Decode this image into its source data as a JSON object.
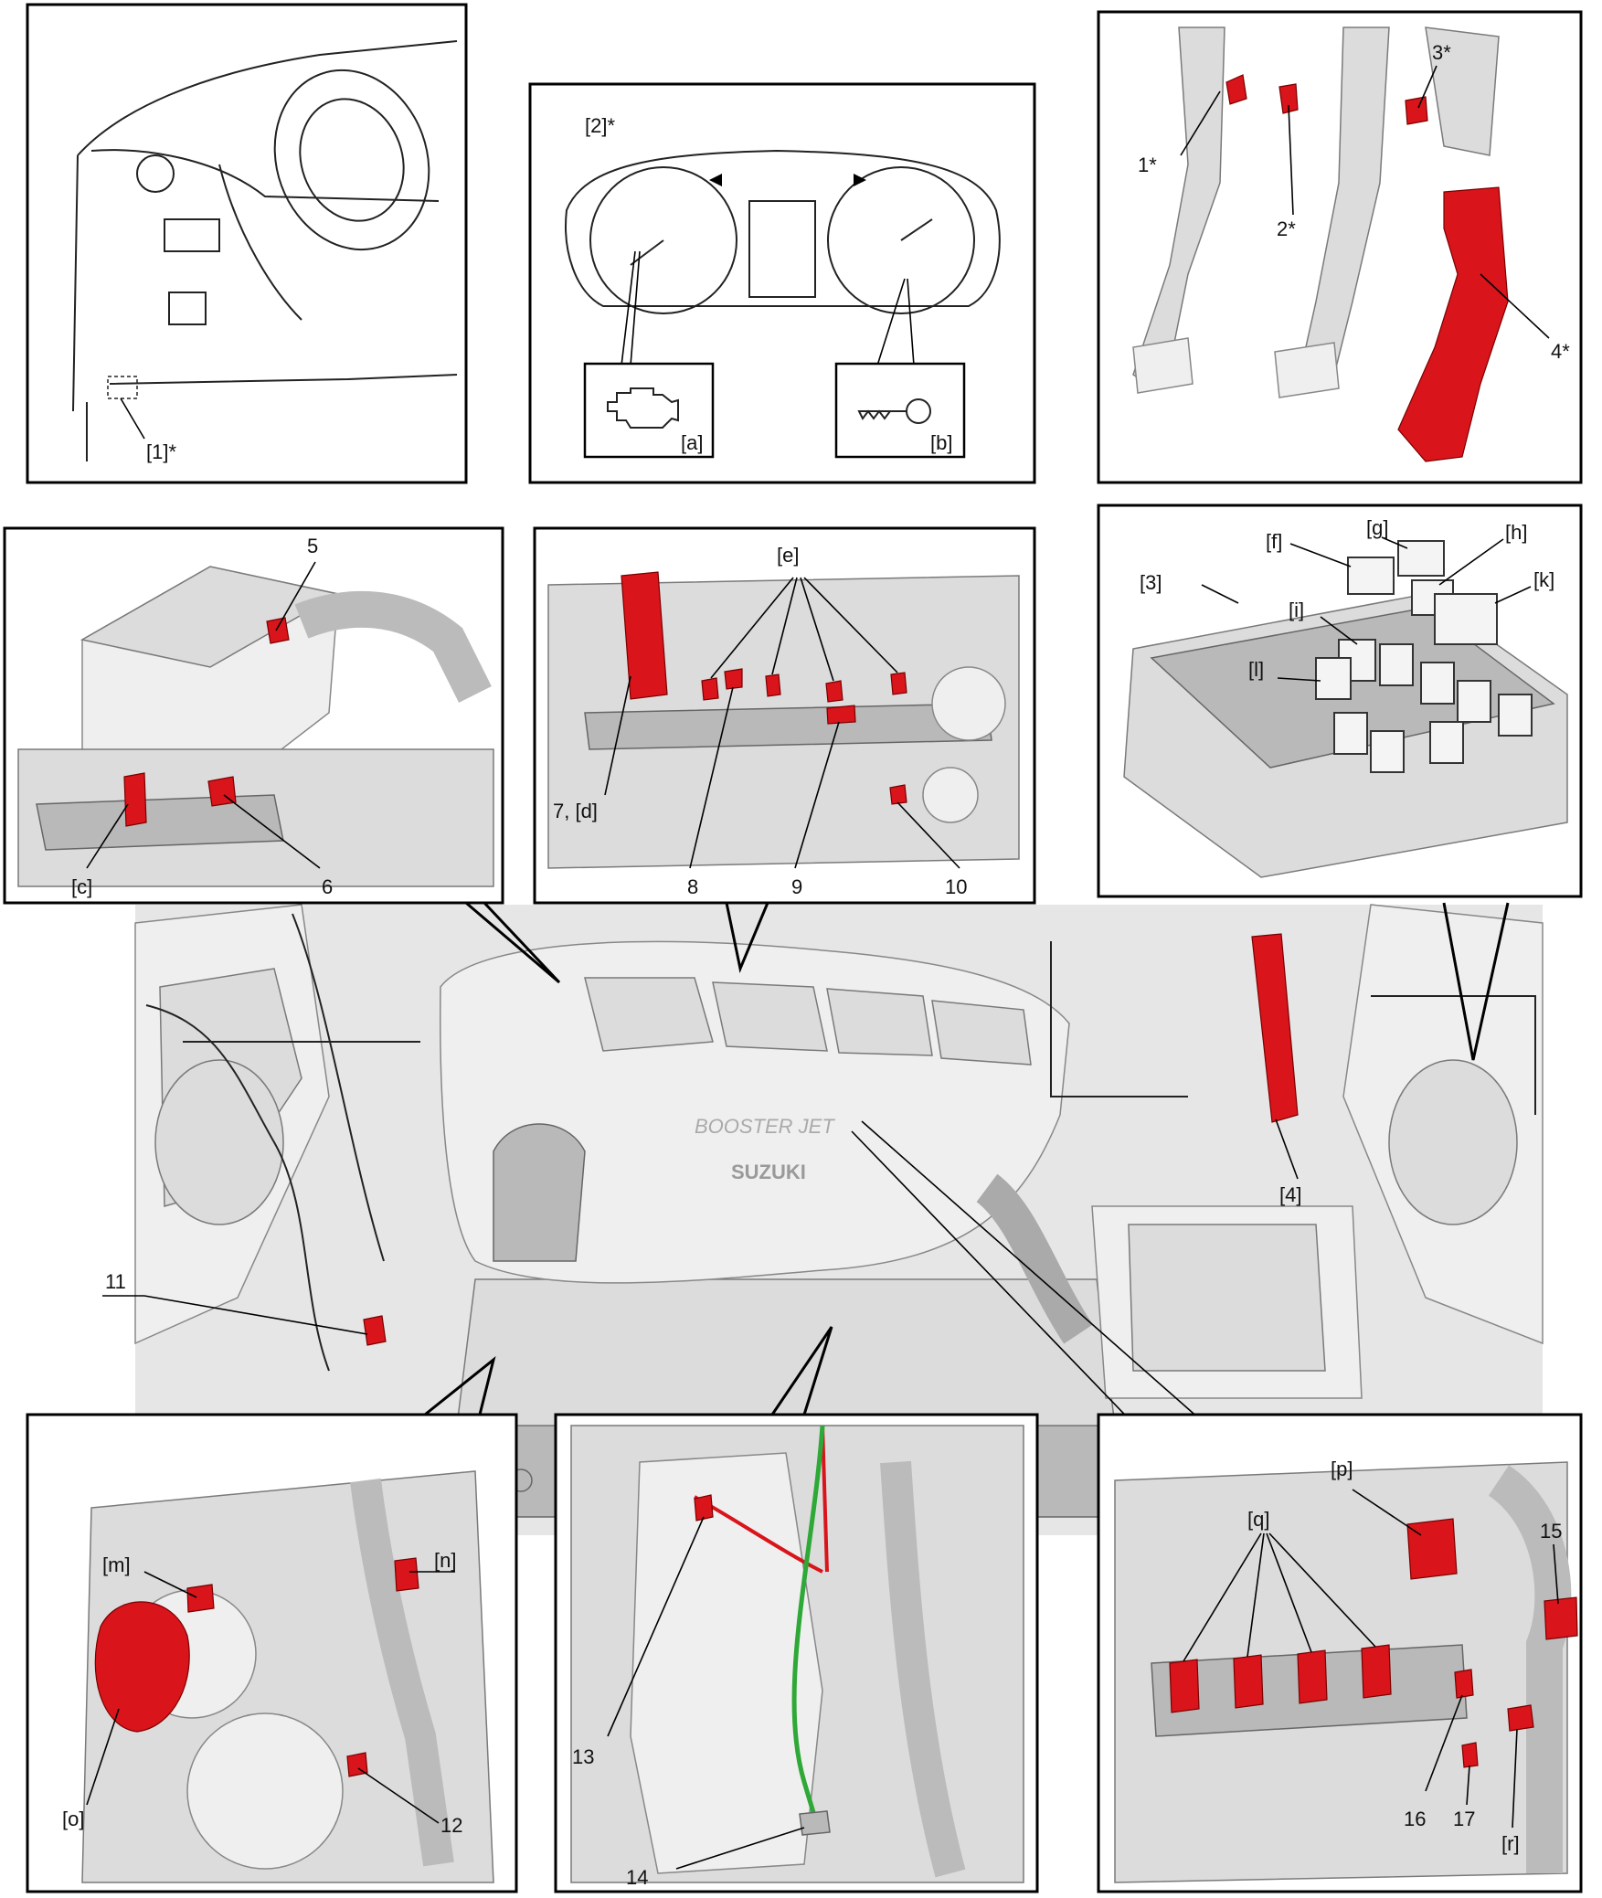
{
  "panels": {
    "dashboard": {
      "label_1": "[1]*"
    },
    "meter": {
      "label_2": "[2]*",
      "label_a": "[a]",
      "label_b": "[b]"
    },
    "pedals": {
      "label_1": "1*",
      "label_2": "2*",
      "label_3": "3*",
      "label_4": "4*"
    },
    "intake": {
      "label_5": "5",
      "label_c": "[c]",
      "label_6": "6"
    },
    "head": {
      "label_e": "[e]",
      "label_7d": "7, [d]",
      "label_8": "8",
      "label_9": "9",
      "label_10": "10"
    },
    "relay_box": {
      "label_3": "[3]",
      "label_f": "[f]",
      "label_g": "[g]",
      "label_h": "[h]",
      "label_i": "[i]",
      "label_k": "[k]",
      "label_l": "[l]"
    },
    "main": {
      "label_11": "11",
      "label_4": "[4]",
      "cover_text_1": "BOOSTER JET",
      "cover_text_2": "SUZUKI"
    },
    "front": {
      "label_m": "[m]",
      "label_n": "[n]",
      "label_o": "[o]",
      "label_12": "12"
    },
    "oilpan": {
      "label_13": "13",
      "label_14": "14"
    },
    "coils": {
      "label_p": "[p]",
      "label_q": "[q]",
      "label_15": "15",
      "label_16": "16",
      "label_17": "17",
      "label_r": "[r]"
    }
  },
  "colors": {
    "component": "#d9141b",
    "harness": "#2ea836",
    "outline": "#000000"
  }
}
